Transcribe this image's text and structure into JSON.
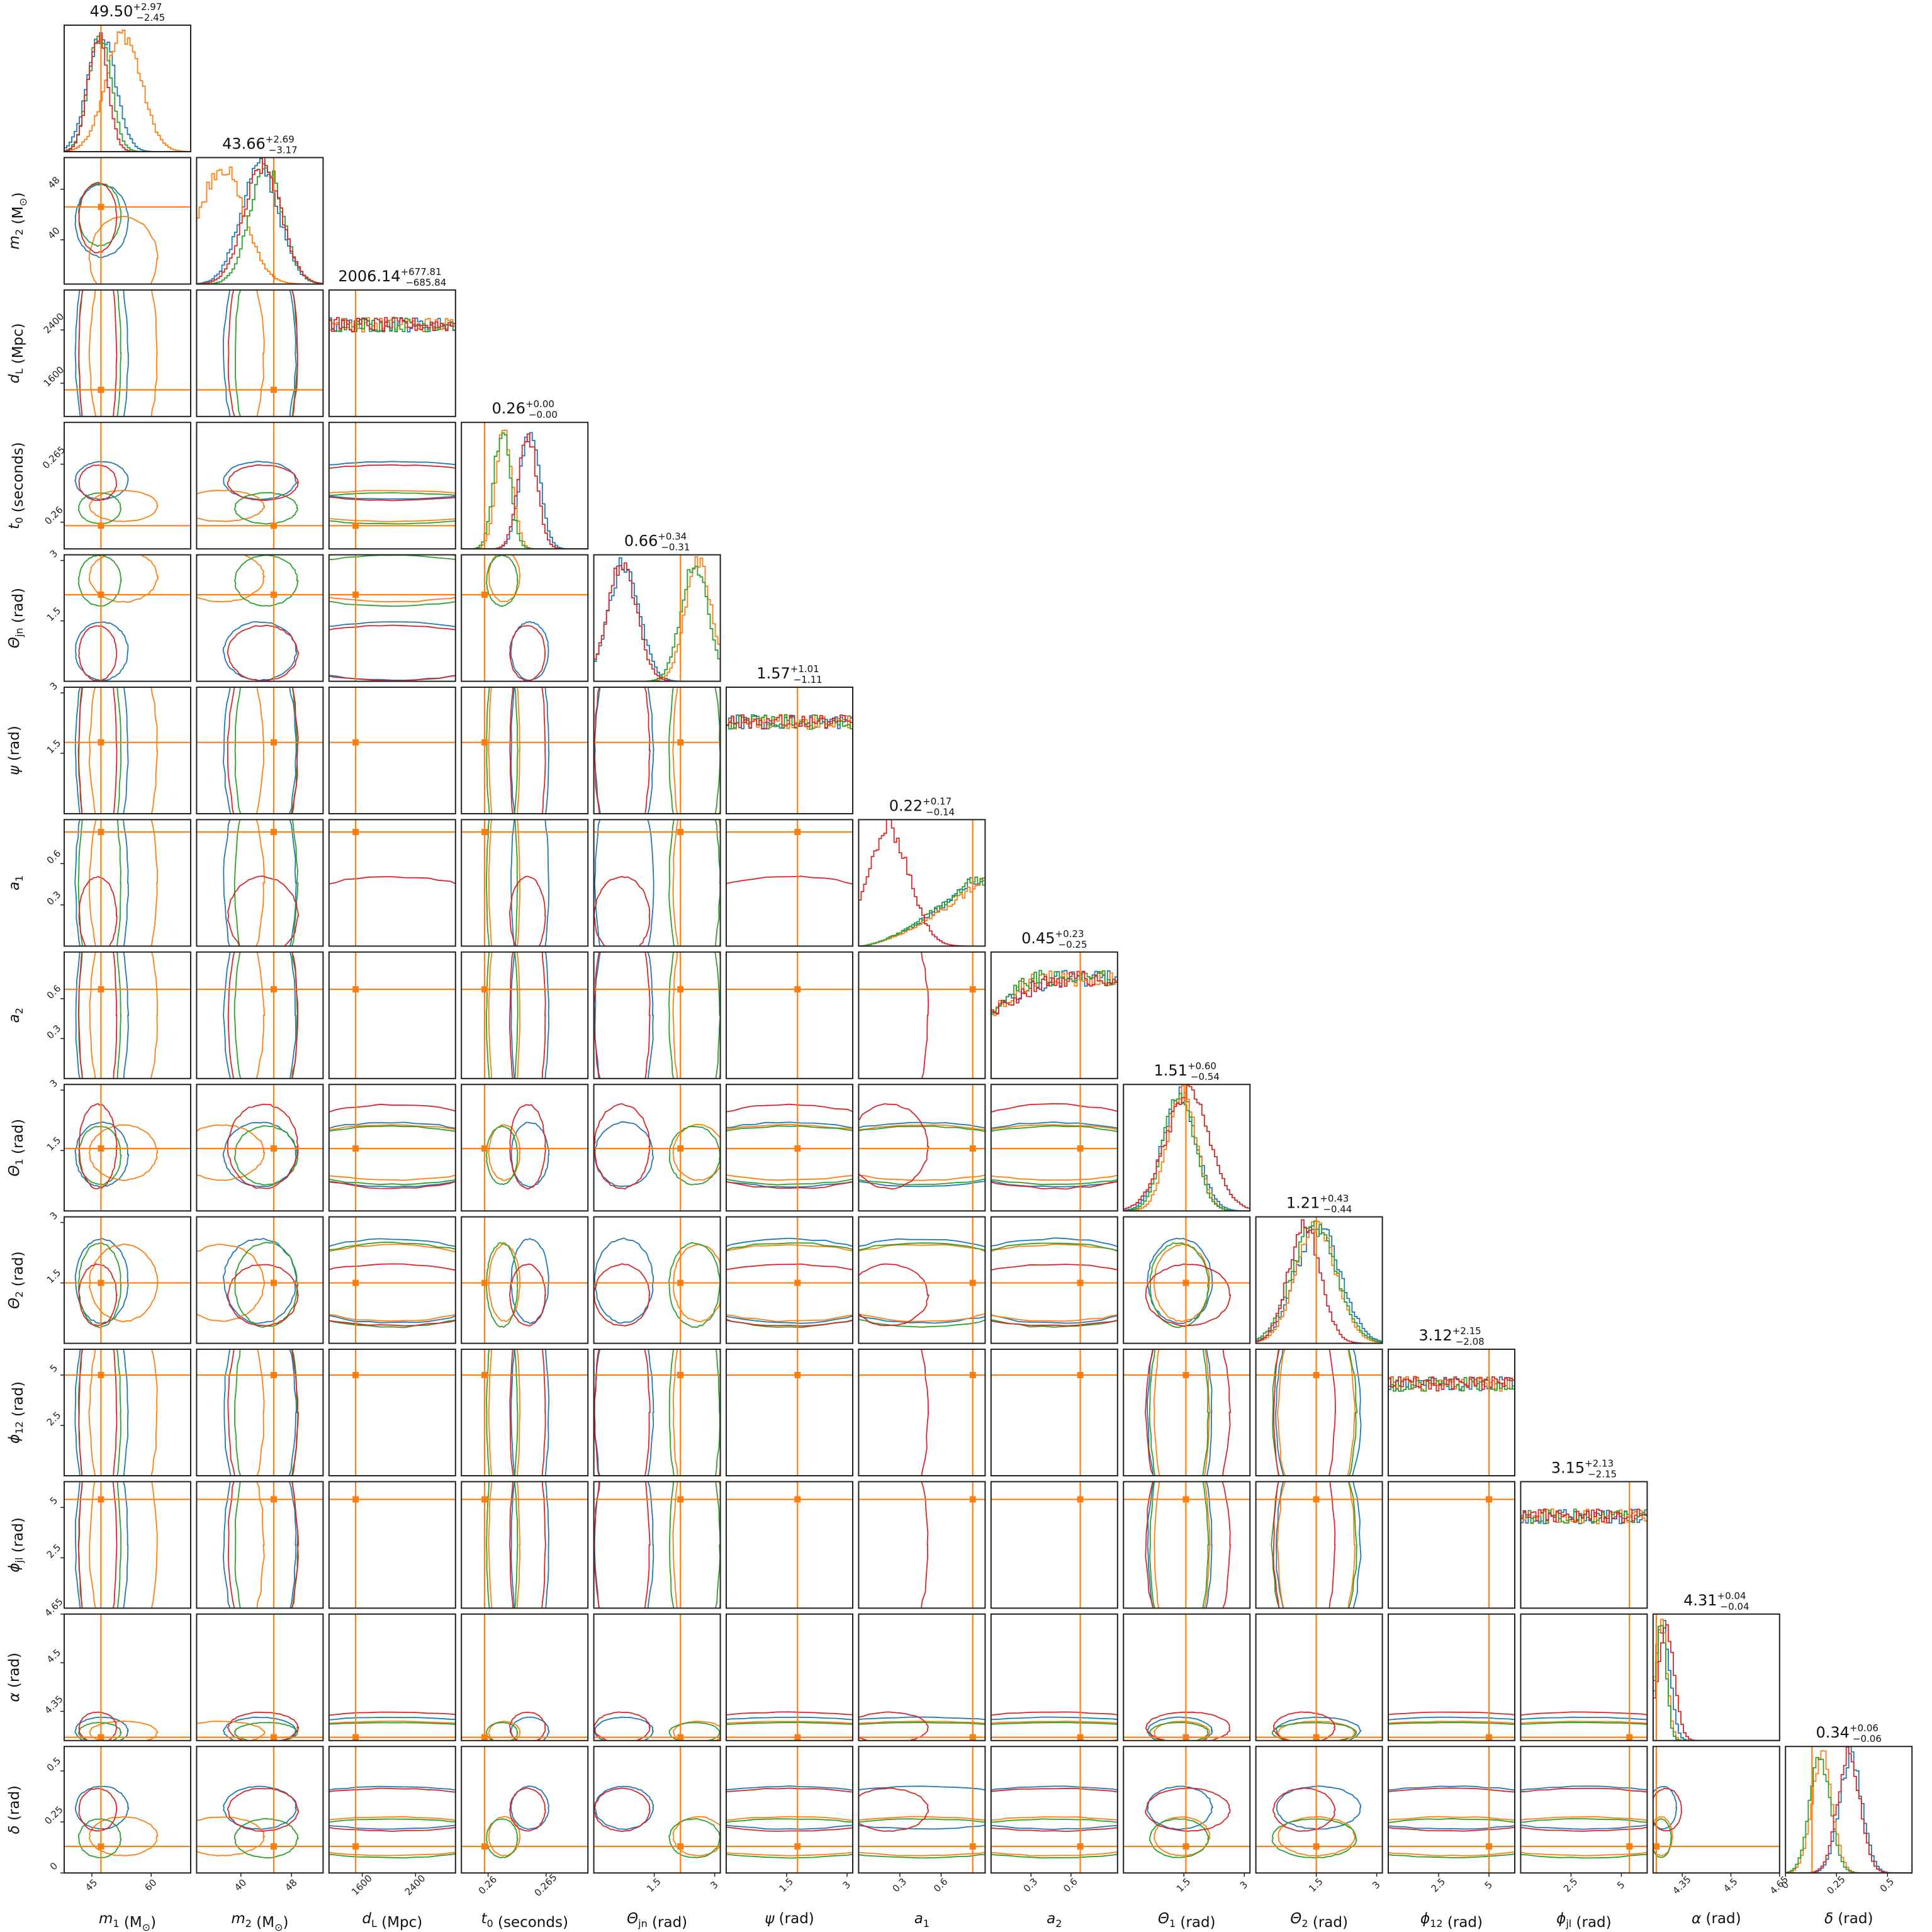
{
  "figure": {
    "type": "corner-plot",
    "series_colors": [
      "#1f77b4",
      "#ff7f0e",
      "#2ca02c",
      "#d62728"
    ],
    "truth_color": "#ff7f0e"
  },
  "chart_data": {
    "type": "corner",
    "parameters": [
      {
        "key": "m1",
        "sym": "m",
        "sub": "1",
        "unit": " (M",
        "unitsub": "⊙",
        "unitend": ")",
        "range": [
          38,
          70
        ],
        "ticks": [
          45,
          60
        ],
        "truth": 47.3,
        "title": {
          "val": "49.50",
          "plus": "+2.97",
          "minus": "−2.45"
        }
      },
      {
        "key": "m2",
        "sym": "m",
        "sub": "2",
        "unit": " (M",
        "unitsub": "⊙",
        "unitend": ")",
        "range": [
          33,
          53
        ],
        "ticks": [
          40,
          48
        ],
        "truth": 45.2,
        "title": {
          "val": "43.66",
          "plus": "+2.69",
          "minus": "−3.17"
        }
      },
      {
        "key": "dL",
        "sym": "d",
        "sub": "L",
        "unit": " (Mpc)",
        "unitsub": "",
        "unitend": "",
        "range": [
          1100,
          3000
        ],
        "ticks": [
          1600,
          2400
        ],
        "truth": 1500,
        "title": {
          "val": "2006.14",
          "plus": "+677.81",
          "minus": "−685.84"
        }
      },
      {
        "key": "t0",
        "sym": "t",
        "sub": "0",
        "unit": " (seconds)",
        "unitsub": "",
        "unitend": "",
        "range": [
          0.2577,
          0.2686
        ],
        "ticks": [
          0.26,
          0.265
        ],
        "truth": 0.2597,
        "title": {
          "val": "0.26",
          "plus": "+0.00",
          "minus": "−0.00"
        }
      },
      {
        "key": "thetajn",
        "sym": "Θ",
        "sub": "jn",
        "unit": " (rad)",
        "unitsub": "",
        "unitend": "",
        "range": [
          0.0,
          3.14
        ],
        "ticks": [
          1.5,
          3.0
        ],
        "truth": 2.15,
        "title": {
          "val": "0.66",
          "plus": "+0.34",
          "minus": "−0.31"
        }
      },
      {
        "key": "psi",
        "sym": "ψ",
        "sub": "",
        "unit": " (rad)",
        "unitsub": "",
        "unitend": "",
        "range": [
          0.0,
          3.14
        ],
        "ticks": [
          1.5,
          3.0
        ],
        "truth": 1.77,
        "title": {
          "val": "1.57",
          "plus": "+1.01",
          "minus": "−1.11"
        }
      },
      {
        "key": "a1",
        "sym": "a",
        "sub": "1",
        "unit": "",
        "unitsub": "",
        "unitend": "",
        "range": [
          0.0,
          0.92
        ],
        "ticks": [
          0.3,
          0.6
        ],
        "truth": 0.83,
        "title": {
          "val": "0.22",
          "plus": "+0.17",
          "minus": "−0.14"
        }
      },
      {
        "key": "a2",
        "sym": "a",
        "sub": "2",
        "unit": "",
        "unitsub": "",
        "unitend": "",
        "range": [
          0.0,
          0.95
        ],
        "ticks": [
          0.3,
          0.6
        ],
        "truth": 0.67,
        "title": {
          "val": "0.45",
          "plus": "+0.23",
          "minus": "−0.25"
        }
      },
      {
        "key": "theta1",
        "sym": "Θ",
        "sub": "1",
        "unit": " (rad)",
        "unitsub": "",
        "unitend": "",
        "range": [
          0.0,
          3.14
        ],
        "ticks": [
          1.5,
          3.0
        ],
        "truth": 1.55,
        "title": {
          "val": "1.51",
          "plus": "+0.60",
          "minus": "−0.54"
        }
      },
      {
        "key": "theta2",
        "sym": "Θ",
        "sub": "2",
        "unit": " (rad)",
        "unitsub": "",
        "unitend": "",
        "range": [
          0.0,
          3.14
        ],
        "ticks": [
          1.5,
          3.0
        ],
        "truth": 1.5,
        "title": {
          "val": "1.21",
          "plus": "+0.43",
          "minus": "−0.44"
        }
      },
      {
        "key": "phi12",
        "sym": "ϕ",
        "sub": "12",
        "unit": " (rad)",
        "unitsub": "",
        "unitend": "",
        "range": [
          0.0,
          6.28
        ],
        "ticks": [
          2.5,
          5.0
        ],
        "truth": 5.0,
        "title": {
          "val": "3.12",
          "plus": "+2.15",
          "minus": "−2.08"
        }
      },
      {
        "key": "phijl",
        "sym": "ϕ",
        "sub": "jl",
        "unit": " (rad)",
        "unitsub": "",
        "unitend": "",
        "range": [
          0.0,
          6.28
        ],
        "ticks": [
          2.5,
          5.0
        ],
        "truth": 5.4,
        "title": {
          "val": "3.15",
          "plus": "+2.13",
          "minus": "−2.15"
        }
      },
      {
        "key": "alpha",
        "sym": "α",
        "sub": "",
        "unit": " (rad)",
        "unitsub": "",
        "unitend": "",
        "range": [
          4.26,
          4.65
        ],
        "ticks": [
          4.35,
          4.5,
          4.65
        ],
        "truth": 4.27,
        "title": {
          "val": "4.31",
          "plus": "+0.04",
          "minus": "−0.04"
        }
      },
      {
        "key": "delta",
        "sym": "δ",
        "sub": "",
        "unit": " (rad)",
        "unitsub": "",
        "unitend": "",
        "range": [
          0.0,
          0.62
        ],
        "ticks": [
          0.0,
          0.25,
          0.5
        ],
        "truth": 0.13,
        "title": {
          "val": "0.34",
          "plus": "+0.06",
          "minus": "−0.06"
        }
      }
    ],
    "marginals": [
      [
        {
          "shape": "gauss",
          "c": 47.5,
          "s": 3.5
        },
        {
          "shape": "gauss",
          "c": 53,
          "s": 4.5
        },
        {
          "shape": "gauss",
          "c": 47,
          "s": 2.8
        },
        {
          "shape": "gauss",
          "c": 46.5,
          "s": 2.5
        }
      ],
      [
        {
          "shape": "gauss",
          "c": 43,
          "s": 3.0
        },
        {
          "shape": "gauss",
          "c": 37,
          "s": 3.5
        },
        {
          "shape": "gauss",
          "c": 44,
          "s": 2.6
        },
        {
          "shape": "gauss",
          "c": 43.5,
          "s": 2.9
        }
      ],
      [
        {
          "shape": "flat"
        },
        {
          "shape": "flat"
        },
        {
          "shape": "flat"
        },
        {
          "shape": "flat"
        }
      ],
      [
        {
          "shape": "gauss",
          "c": 0.2636,
          "s": 0.00085
        },
        {
          "shape": "gauss",
          "c": 0.2614,
          "s": 0.0007
        },
        {
          "shape": "gauss",
          "c": 0.2612,
          "s": 0.0007
        },
        {
          "shape": "gauss",
          "c": 0.2634,
          "s": 0.0008
        }
      ],
      [
        {
          "shape": "gauss",
          "c": 0.75,
          "s": 0.38
        },
        {
          "shape": "gauss",
          "c": 2.6,
          "s": 0.33
        },
        {
          "shape": "gauss",
          "c": 2.5,
          "s": 0.33
        },
        {
          "shape": "gauss",
          "c": 0.7,
          "s": 0.36
        }
      ],
      [
        {
          "shape": "flat"
        },
        {
          "shape": "flat"
        },
        {
          "shape": "flat"
        },
        {
          "shape": "flat"
        }
      ],
      [
        {
          "shape": "rise",
          "c": 0.82
        },
        {
          "shape": "rise",
          "c": 0.88
        },
        {
          "shape": "rise",
          "c": 0.8
        },
        {
          "shape": "gauss",
          "c": 0.22,
          "s": 0.15
        }
      ],
      [
        {
          "shape": "plateau",
          "c": 0.62
        },
        {
          "shape": "plateau",
          "c": 0.45
        },
        {
          "shape": "plateau",
          "c": 0.4
        },
        {
          "shape": "plateau",
          "c": 0.65
        }
      ],
      [
        {
          "shape": "gauss",
          "c": 1.4,
          "s": 0.42
        },
        {
          "shape": "gauss",
          "c": 1.45,
          "s": 0.36
        },
        {
          "shape": "gauss",
          "c": 1.38,
          "s": 0.38
        },
        {
          "shape": "gauss",
          "c": 1.6,
          "s": 0.55
        }
      ],
      [
        {
          "shape": "gauss",
          "c": 1.55,
          "s": 0.55
        },
        {
          "shape": "gauss",
          "c": 1.5,
          "s": 0.5
        },
        {
          "shape": "gauss",
          "c": 1.45,
          "s": 0.55
        },
        {
          "shape": "gauss",
          "c": 1.2,
          "s": 0.4
        }
      ],
      [
        {
          "shape": "flat"
        },
        {
          "shape": "flat"
        },
        {
          "shape": "flat"
        },
        {
          "shape": "flat"
        }
      ],
      [
        {
          "shape": "flat"
        },
        {
          "shape": "flat"
        },
        {
          "shape": "flat"
        },
        {
          "shape": "flat"
        }
      ],
      [
        {
          "shape": "gauss",
          "c": 4.29,
          "s": 0.022
        },
        {
          "shape": "gauss",
          "c": 4.285,
          "s": 0.018
        },
        {
          "shape": "gauss",
          "c": 4.285,
          "s": 0.016
        },
        {
          "shape": "gauss",
          "c": 4.3,
          "s": 0.025
        }
      ],
      [
        {
          "shape": "gauss",
          "c": 0.32,
          "s": 0.055
        },
        {
          "shape": "gauss",
          "c": 0.18,
          "s": 0.05
        },
        {
          "shape": "gauss",
          "c": 0.17,
          "s": 0.05
        },
        {
          "shape": "gauss",
          "c": 0.31,
          "s": 0.055
        }
      ]
    ]
  }
}
